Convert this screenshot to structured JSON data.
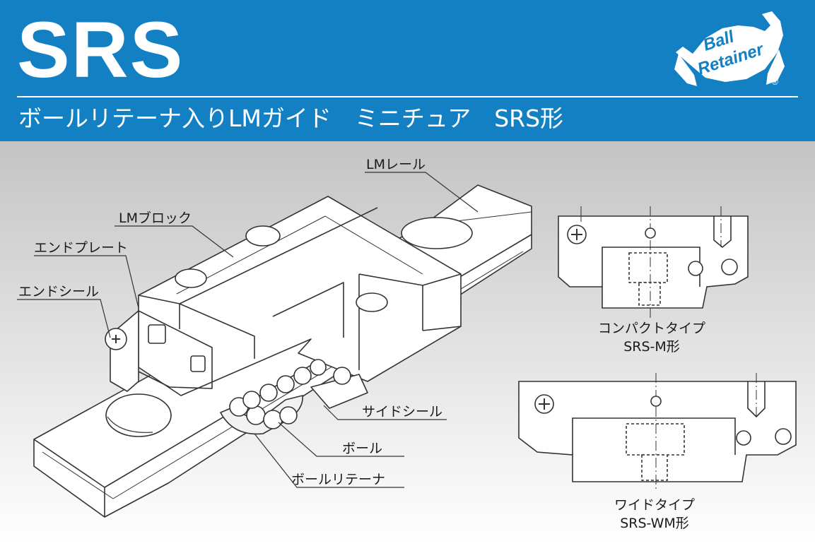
{
  "header": {
    "title": "SRS",
    "subtitle": "ボールリテーナ入りLMガイド　ミニチュア　SRS形",
    "logo": {
      "line1": "Ball",
      "line2": "Retainer",
      "mark": "®"
    },
    "background_color": "#1380c3"
  },
  "figure": {
    "labels": {
      "lm_rail": "LMレール",
      "lm_block": "LMブロック",
      "end_plate": "エンドプレート",
      "end_seal": "エンドシール",
      "side_seal": "サイドシール",
      "ball": "ボール",
      "ball_retainer": "ボールリテーナ"
    },
    "variants": [
      {
        "caption_line1": "コンパクトタイプ",
        "caption_line2": "SRS-M形"
      },
      {
        "caption_line1": "ワイドタイプ",
        "caption_line2": "SRS-WM形"
      }
    ]
  }
}
